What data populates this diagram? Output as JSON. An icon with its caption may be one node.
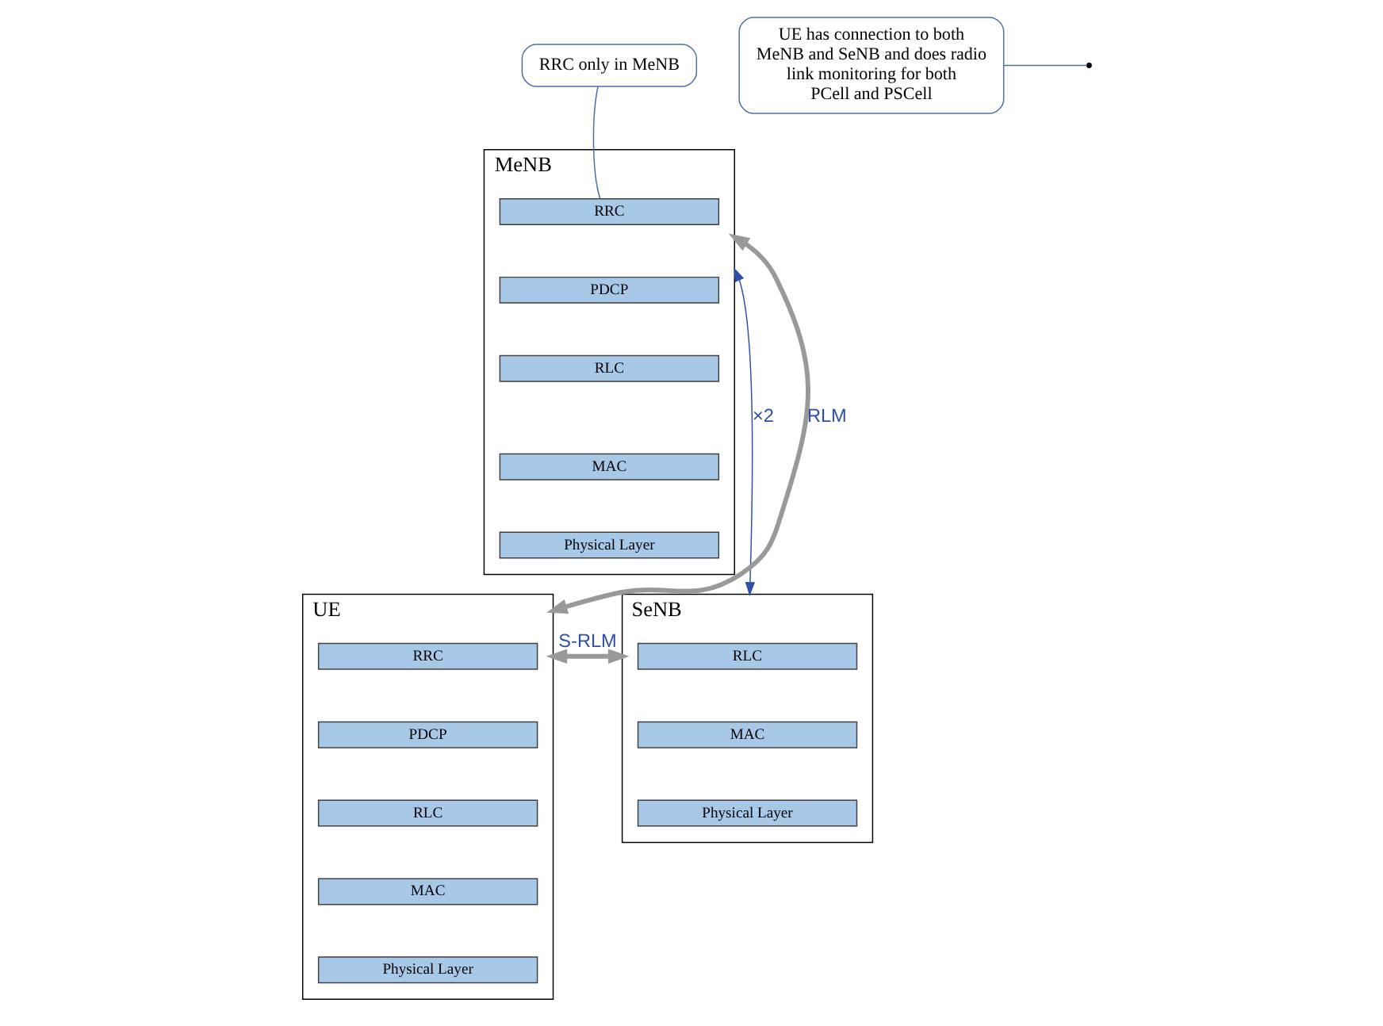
{
  "diagram": {
    "nodes": [
      {
        "text": [
          "MeNB"
        ]
      },
      {
        "text": [
          "RRC"
        ],
        "in": 0
      },
      {
        "text": [
          "PDCP"
        ],
        "in": 0
      },
      {
        "text": [
          "RLC"
        ],
        "in": 0
      },
      {
        "text": [
          "MAC"
        ],
        "in": 0
      },
      {
        "text": [
          "Physical Layer"
        ],
        "in": 0
      },
      {
        "text": [
          "UE"
        ]
      },
      {
        "text": [
          "RRC"
        ],
        "in": 6
      },
      {
        "text": [
          "PDCP"
        ],
        "in": 6
      },
      {
        "text": [
          "RLC"
        ],
        "in": 6
      },
      {
        "text": [
          "MAC"
        ],
        "in": 6
      },
      {
        "text": [
          "Physical Layer"
        ],
        "in": 6
      },
      {
        "text": [
          "SeNB"
        ]
      },
      {
        "text": [
          "RLC"
        ],
        "in": 12
      },
      {
        "text": [
          "MAC"
        ],
        "in": 12
      },
      {
        "text": [
          "Physical Layer"
        ],
        "in": 12
      },
      {
        "text": [
          "RRC only in MeNB"
        ]
      },
      {
        "text": [
          "UE has connection to both MeNB and SeNB and does radio link monitoring for both PCell and PSCell"
        ]
      }
    ],
    "edges": [
      {
        "from": 16,
        "to": 1,
        "arrow": "none"
      },
      {
        "from": 17,
        "to": null,
        "arrow": "none"
      },
      {
        "from": 6,
        "to": 0,
        "arrow": "both",
        "label": "RLM",
        "style": "thick",
        "color": "#999999"
      },
      {
        "from": 0,
        "to": 12,
        "arrow": "both",
        "label": "×2",
        "color": "#2f4fa8"
      },
      {
        "from": 6,
        "to": 12,
        "arrow": "both",
        "label": "S-RLM",
        "style": "thick",
        "color": "#999999"
      }
    ]
  }
}
